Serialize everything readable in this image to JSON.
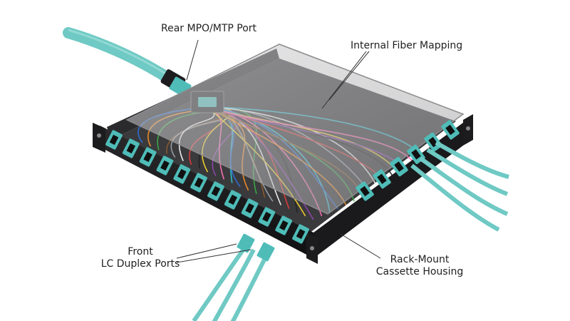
{
  "callouts": {
    "rear_port": "Rear MPO/MTP Port",
    "fiber_mapping": "Internal Fiber Mapping",
    "front_ports_line1": "Front",
    "front_ports_line2": "LC Duplex Ports",
    "housing_line1": "Rack-Mount",
    "housing_line2": "Cassette Housing"
  },
  "colors": {
    "cable_aqua": "#6fc9c4",
    "adapter_aqua": "#4fbcb8",
    "chassis_black": "#1c1c1e",
    "lid_glass": "#bdbdbf"
  },
  "fiber_colors": [
    "#2f6fd6",
    "#f28c28",
    "#3aa845",
    "#8b5a2b",
    "#9aa0a6",
    "#f4f4f4",
    "#e23b3b",
    "#222222",
    "#f2d22e",
    "#8e44ad",
    "#ff6fb3",
    "#2fc4d6"
  ]
}
